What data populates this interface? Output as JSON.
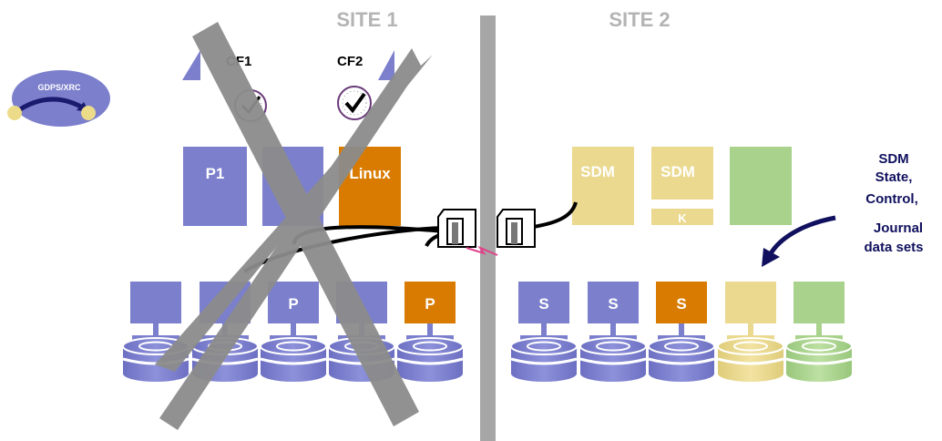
{
  "sites": {
    "site1": "SITE 1",
    "site2": "SITE 2"
  },
  "coupling_facilities": {
    "cf1": "CF1",
    "cf2": "CF2"
  },
  "gdps": {
    "label": "GDPS/XRC"
  },
  "site1_systems": {
    "p1": "P1",
    "linux": "Linux"
  },
  "site2_systems": {
    "sdm1": "SDM",
    "sdm2": "SDM",
    "k": "K"
  },
  "site1_storage": [
    "",
    "",
    "P",
    "",
    "P"
  ],
  "site2_storage": [
    "S",
    "S",
    "S",
    "",
    ""
  ],
  "sdm_note": [
    "SDM",
    "State,",
    "Control,",
    "Journal",
    "data sets"
  ],
  "colors": {
    "system_blue": "#7b7fcc",
    "linux_orange": "#d97b00",
    "sdm_yellow": "#ead98f",
    "green": "#a9d38c",
    "divider_gray": "#a6a6a6",
    "cross_gray": "#8c8c8c",
    "note_navy": "#10105e"
  }
}
